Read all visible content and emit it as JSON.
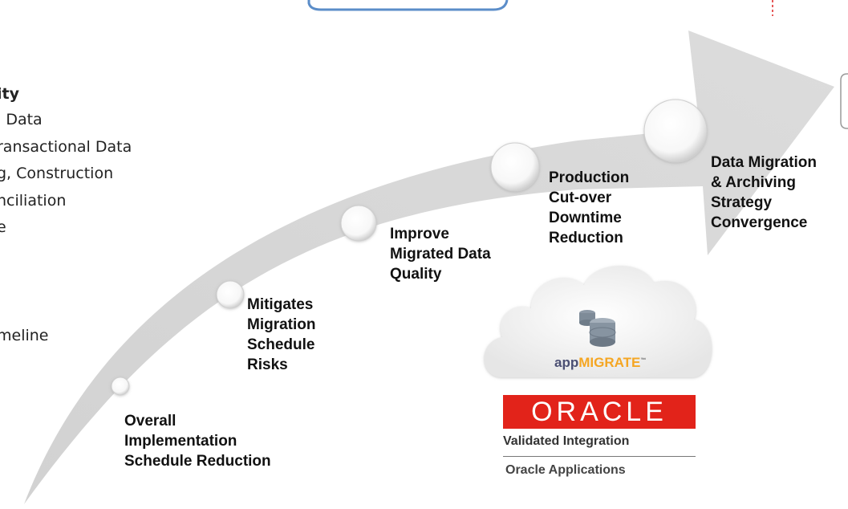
{
  "left_panel": {
    "lines": [
      {
        "text": "ity",
        "bold": true
      },
      {
        "text": "l Data",
        "bold": false
      },
      {
        "text": "ransactional Data",
        "bold": false
      },
      {
        "text": "g, Construction",
        "bold": false
      },
      {
        "text": "nciliation",
        "bold": false
      },
      {
        "text": "e",
        "bold": false
      },
      {
        "text": "meline",
        "bold": false
      }
    ]
  },
  "milestones": [
    {
      "lines": [
        "Overall",
        "Implementation",
        "Schedule Reduction"
      ]
    },
    {
      "lines": [
        "Mitigates",
        "Migration",
        "Schedule",
        "Risks"
      ]
    },
    {
      "lines": [
        "Improve",
        "Migrated Data",
        "Quality"
      ]
    },
    {
      "lines": [
        "Production",
        "Cut-over",
        "Downtime",
        "Reduction"
      ]
    },
    {
      "lines": [
        "Data Migration",
        "& Archiving",
        "Strategy",
        "Convergence"
      ]
    }
  ],
  "badges": {
    "appmigrate": {
      "part1": "app",
      "part2": "MIGRATE",
      "tm": "™"
    },
    "oracle": {
      "wordmark": "ORACLE",
      "validated": "Validated Integration",
      "applications": "Oracle Applications"
    }
  },
  "colors": {
    "arrow": "#d9d9d9",
    "oracle_red": "#e2231a",
    "app_blue": "#4b4f73",
    "migrate_orange": "#f5a623"
  }
}
